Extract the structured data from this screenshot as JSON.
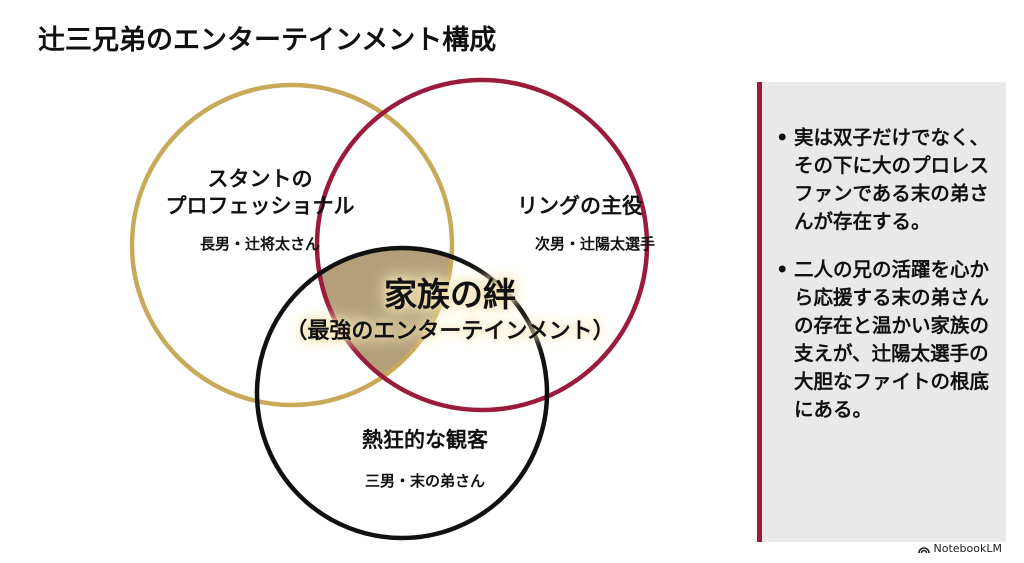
{
  "title": "辻三兄弟のエンターテインメント構成",
  "colors": {
    "gold_circle": "#c8a95a",
    "red_circle": "#9b1b3c",
    "black_circle": "#111111",
    "intersection_fill": "#b3a07a",
    "panel_bg": "#e9e9e9",
    "panel_accent": "#9b1b3c"
  },
  "venn": {
    "circles": [
      {
        "id": "gold",
        "title_lines": [
          "スタントの",
          "プロフェッショナル"
        ],
        "subtitle": "長男・辻将太さん"
      },
      {
        "id": "red",
        "title_lines": [
          "リングの主役"
        ],
        "subtitle": "次男・辻陽太選手"
      },
      {
        "id": "black",
        "title_lines": [
          "熱狂的な観客"
        ],
        "subtitle": "三男・末の弟さん"
      }
    ],
    "center": {
      "title": "家族の絆",
      "subtitle": "（最強のエンターテインメント）"
    }
  },
  "panel": {
    "bullets": [
      {
        "marker": "•",
        "text": "実は双子だけでなく、その下に大のプロレスファンである末の弟さんが存在する。"
      },
      {
        "marker": "•",
        "text": "二人の兄の活躍を心から応援する末の弟さんの存在と温かい家族の支えが、辻陽太選手の大胆なファイトの根底にある。"
      }
    ]
  },
  "branding": {
    "icon": "notebooklm-logo-icon",
    "label": "NotebookLM"
  }
}
